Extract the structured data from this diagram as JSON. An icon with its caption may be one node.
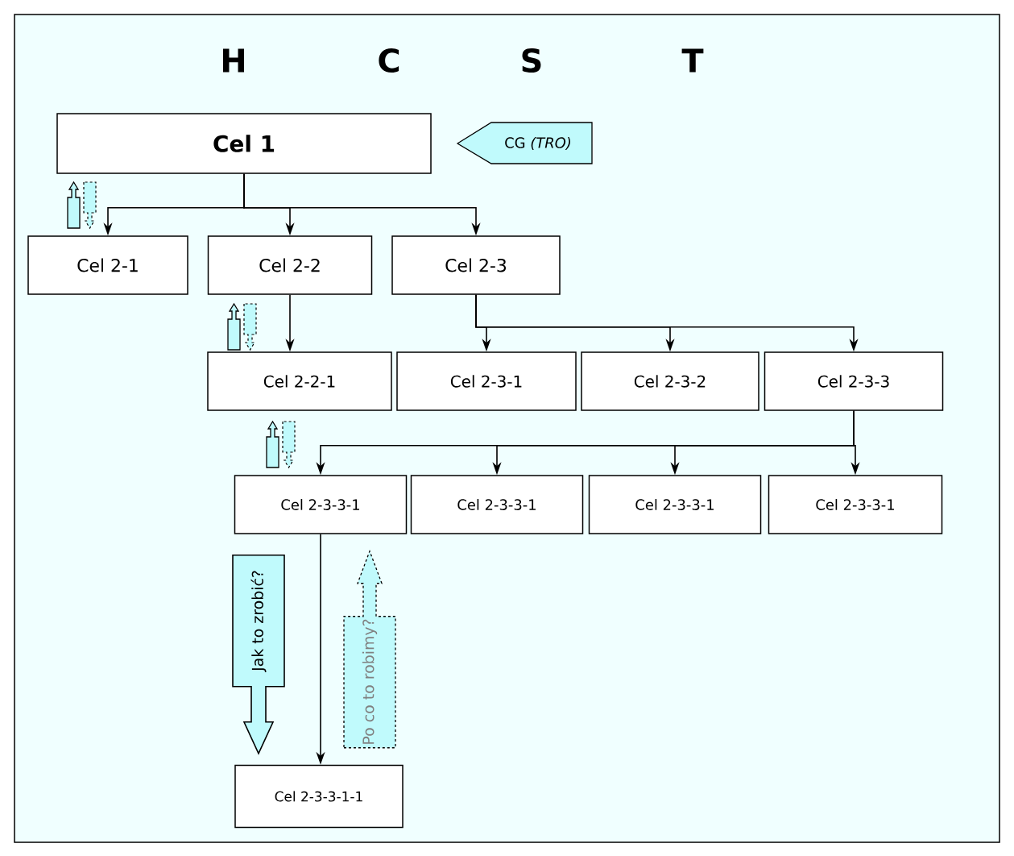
{
  "diagram": {
    "nodes": [
      {
        "text": [
          "Cel 1"
        ]
      },
      {
        "text": [
          "CG *(TRO)*"
        ]
      },
      {
        "text": [
          "Cel 2-1"
        ]
      },
      {
        "text": [
          "Cel 2-2"
        ]
      },
      {
        "text": [
          "Cel 2-3"
        ]
      },
      {
        "text": [
          "Cel 2-2-1"
        ]
      },
      {
        "text": [
          "Cel 2-3-1"
        ]
      },
      {
        "text": [
          "Cel 2-3-2"
        ]
      },
      {
        "text": [
          "Cel 2-3-3"
        ]
      },
      {
        "text": [
          "Cel 2-3-3-1"
        ]
      },
      {
        "text": [
          "Cel 2-3-3-1"
        ]
      },
      {
        "text": [
          "Cel 2-3-3-1"
        ]
      },
      {
        "text": [
          "Cel 2-3-3-1"
        ]
      },
      {
        "text": [
          "Cel 2-3-3-1-1"
        ]
      }
    ],
    "edges": [
      {
        "from": 0,
        "to": 2,
        "arrow": "to"
      },
      {
        "from": 0,
        "to": 3,
        "arrow": "to"
      },
      {
        "from": 0,
        "to": 4,
        "arrow": "to"
      },
      {
        "from": 3,
        "to": 5,
        "arrow": "to"
      },
      {
        "from": 4,
        "to": 6,
        "arrow": "to"
      },
      {
        "from": 4,
        "to": 7,
        "arrow": "to"
      },
      {
        "from": 4,
        "to": 8,
        "arrow": "to"
      },
      {
        "from": 8,
        "to": 9,
        "arrow": "to"
      },
      {
        "from": 8,
        "to": 10,
        "arrow": "to"
      },
      {
        "from": 8,
        "to": 11,
        "arrow": "to"
      },
      {
        "from": 8,
        "to": 12,
        "arrow": "to"
      },
      {
        "from": 9,
        "to": 13,
        "arrow": "to"
      },
      {
        "from": 9,
        "to": 13,
        "arrow": "to",
        "label": "Jak to zrobić?",
        "style": "thick",
        "color": "#c0fafc"
      },
      {
        "from": 13,
        "to": 9,
        "arrow": "to",
        "label": "Po co to robimy?",
        "style": "dashed",
        "color": "#c0fafc"
      }
    ],
    "labels": [
      "H",
      "C",
      "S",
      "T"
    ]
  }
}
